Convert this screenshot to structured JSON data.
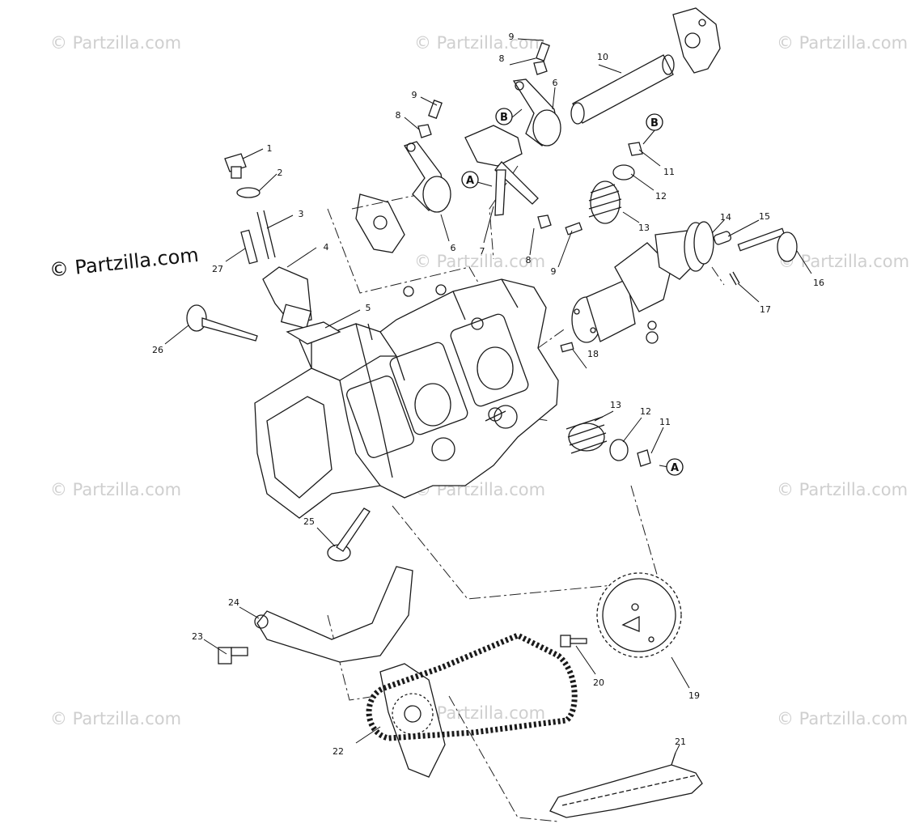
{
  "watermark": {
    "text": "© Partzilla.com",
    "text_dark": "© Partzilla.com"
  },
  "callouts": [
    {
      "id": "c1",
      "label": "1"
    },
    {
      "id": "c2",
      "label": "2"
    },
    {
      "id": "c3",
      "label": "3"
    },
    {
      "id": "c4",
      "label": "4"
    },
    {
      "id": "c5",
      "label": "5"
    },
    {
      "id": "c6a",
      "label": "6"
    },
    {
      "id": "c6b",
      "label": "6"
    },
    {
      "id": "c7",
      "label": "7"
    },
    {
      "id": "c8a",
      "label": "8"
    },
    {
      "id": "c8b",
      "label": "8"
    },
    {
      "id": "c8c",
      "label": "8"
    },
    {
      "id": "c9a",
      "label": "9"
    },
    {
      "id": "c9b",
      "label": "9"
    },
    {
      "id": "c9c",
      "label": "9"
    },
    {
      "id": "c10",
      "label": "10"
    },
    {
      "id": "c11a",
      "label": "11"
    },
    {
      "id": "c11b",
      "label": "11"
    },
    {
      "id": "c12a",
      "label": "12"
    },
    {
      "id": "c12b",
      "label": "12"
    },
    {
      "id": "c13a",
      "label": "13"
    },
    {
      "id": "c13b",
      "label": "13"
    },
    {
      "id": "c14",
      "label": "14"
    },
    {
      "id": "c15",
      "label": "15"
    },
    {
      "id": "c16",
      "label": "16"
    },
    {
      "id": "c17",
      "label": "17"
    },
    {
      "id": "c18",
      "label": "18"
    },
    {
      "id": "c19",
      "label": "19"
    },
    {
      "id": "c20",
      "label": "20"
    },
    {
      "id": "c21",
      "label": "21"
    },
    {
      "id": "c22",
      "label": "22"
    },
    {
      "id": "c23",
      "label": "23"
    },
    {
      "id": "c24",
      "label": "24"
    },
    {
      "id": "c25",
      "label": "25"
    },
    {
      "id": "c26",
      "label": "26"
    },
    {
      "id": "c27",
      "label": "27"
    }
  ],
  "reference_markers": [
    {
      "id": "mA1",
      "label": "A"
    },
    {
      "id": "mA2",
      "label": "A"
    },
    {
      "id": "mB1",
      "label": "B"
    },
    {
      "id": "mB2",
      "label": "B"
    }
  ]
}
